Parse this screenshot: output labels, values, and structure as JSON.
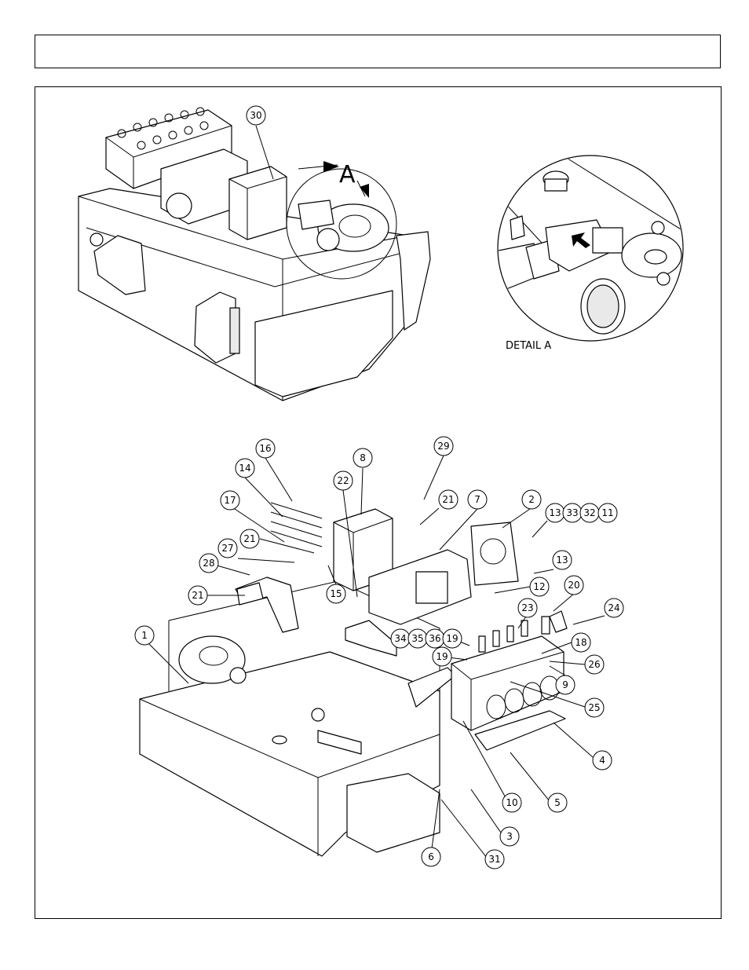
{
  "header": {
    "title": ""
  },
  "detail": {
    "letter": "A",
    "caption": "DETAIL A"
  },
  "callouts": [
    {
      "label": "30"
    },
    {
      "label": "16"
    },
    {
      "label": "14"
    },
    {
      "label": "17"
    },
    {
      "label": "21"
    },
    {
      "label": "27"
    },
    {
      "label": "28"
    },
    {
      "label": "21"
    },
    {
      "label": "8"
    },
    {
      "label": "22"
    },
    {
      "label": "29"
    },
    {
      "label": "21"
    },
    {
      "label": "7"
    },
    {
      "label": "2"
    },
    {
      "label": "13"
    },
    {
      "label": "33"
    },
    {
      "label": "32"
    },
    {
      "label": "11"
    },
    {
      "label": "13"
    },
    {
      "label": "15"
    },
    {
      "label": "12"
    },
    {
      "label": "20"
    },
    {
      "label": "24"
    },
    {
      "label": "23"
    },
    {
      "label": "34"
    },
    {
      "label": "35"
    },
    {
      "label": "36"
    },
    {
      "label": "19"
    },
    {
      "label": "18"
    },
    {
      "label": "19"
    },
    {
      "label": "26"
    },
    {
      "label": "9"
    },
    {
      "label": "25"
    },
    {
      "label": "4"
    },
    {
      "label": "5"
    },
    {
      "label": "10"
    },
    {
      "label": "3"
    },
    {
      "label": "6"
    },
    {
      "label": "31"
    },
    {
      "label": "1"
    }
  ]
}
